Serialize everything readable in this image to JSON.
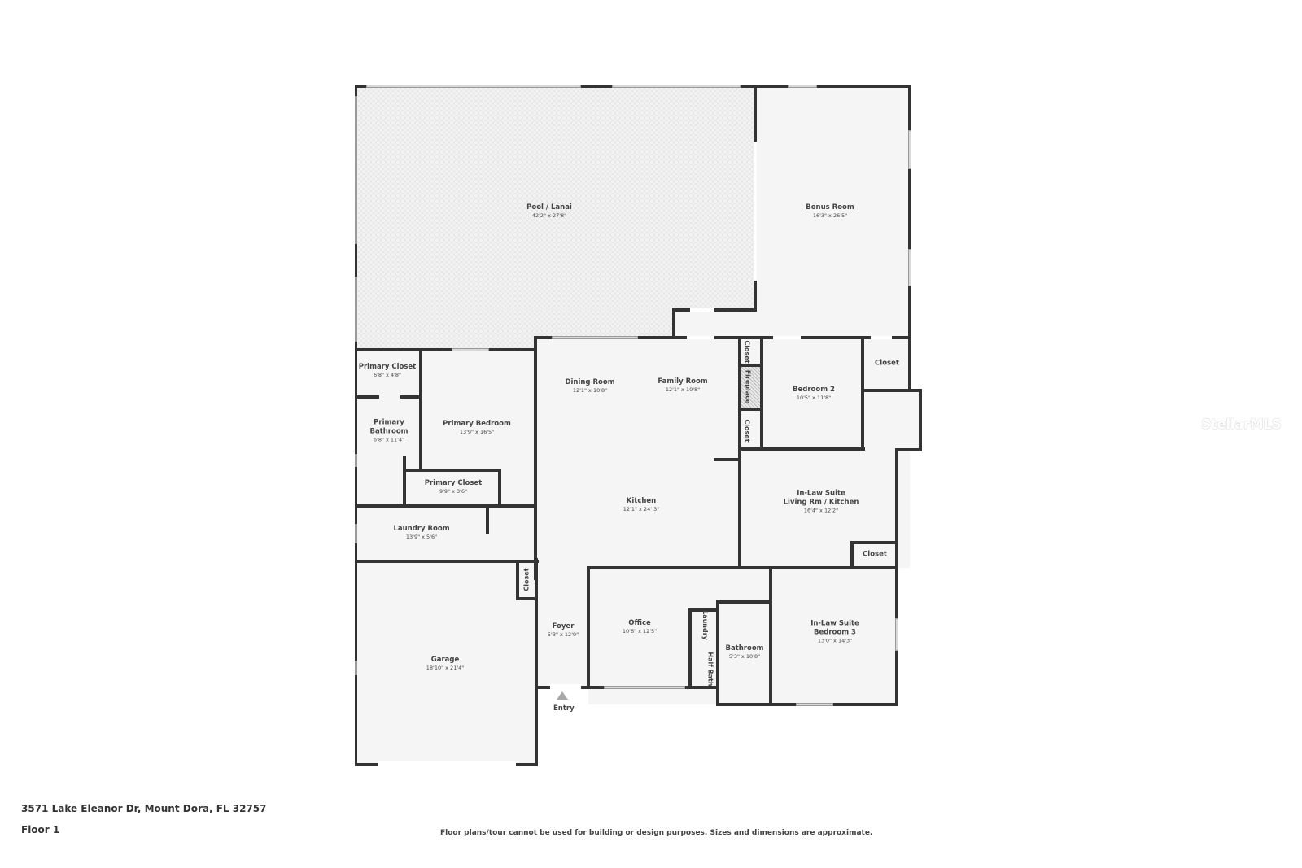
{
  "floorplan": {
    "address": "3571 Lake Eleanor Dr, Mount Dora, FL 32757",
    "floor": "Floor 1",
    "disclaimer": "Floor plans/tour cannot be used for building or design purposes. Sizes and dimensions are approximate.",
    "watermark": "StellarMLS",
    "entry_label": "Entry",
    "rooms": {
      "pool_lanai": {
        "name": "Pool / Lanai",
        "dims": "42'2\" x 27'8\""
      },
      "bonus_room": {
        "name": "Bonus Room",
        "dims": "16'3\" x 26'5\""
      },
      "primary_closet_1": {
        "name": "Primary Closet",
        "dims": "6'8\" x 4'8\""
      },
      "primary_bathroom": {
        "name_line1": "Primary",
        "name_line2": "Bathroom",
        "dims": "6'8\" x 11'4\""
      },
      "primary_bedroom": {
        "name": "Primary Bedroom",
        "dims": "13'9\" x 16'5\""
      },
      "primary_closet_2": {
        "name": "Primary Closet",
        "dims": "9'9\" x 3'6\""
      },
      "laundry_room": {
        "name": "Laundry Room",
        "dims": "13'9\" x 5'6\""
      },
      "dining_room": {
        "name": "Dining Room",
        "dims": "12'1\" x 10'8\""
      },
      "family_room": {
        "name": "Family Room",
        "dims": "12'1\" x 10'8\""
      },
      "kitchen": {
        "name": "Kitchen",
        "dims": "12'1\" x 24' 3\""
      },
      "closet_top_vertical": {
        "name": "Closet"
      },
      "fireplace": {
        "name": "Fireplace"
      },
      "closet_mid_vertical": {
        "name": "Closet"
      },
      "bedroom_2": {
        "name": "Bedroom 2",
        "dims": "10'5\" x 11'8\""
      },
      "closet_right": {
        "name": "Closet"
      },
      "inlaw_living": {
        "name_line1": "In-Law Suite",
        "name_line2": "Living Rm / Kitchen",
        "dims": "16'4\" x 12'2\""
      },
      "closet_inlaw": {
        "name": "Closet"
      },
      "garage": {
        "name": "Garage",
        "dims": "18'10\" x 21'4\""
      },
      "closet_foyer": {
        "name": "Closet"
      },
      "foyer": {
        "name": "Foyer",
        "dims": "5'3\" x 12'9\""
      },
      "office": {
        "name": "Office",
        "dims": "10'6\" x 12'5\""
      },
      "laundry_small": {
        "name": "Laundry"
      },
      "half_bath": {
        "name_line1": "Half",
        "name_line2": "Bath"
      },
      "bathroom": {
        "name": "Bathroom",
        "dims": "5'3\" x 10'8\""
      },
      "inlaw_bedroom_3": {
        "name_line1": "In-Law Suite",
        "name_line2": "Bedroom 3",
        "dims": "13'0\" x 14'3\""
      }
    }
  },
  "colors": {
    "wall": "#333333",
    "floor": "#f5f5f5",
    "window": "#d8d8d8",
    "text": "#444444"
  }
}
